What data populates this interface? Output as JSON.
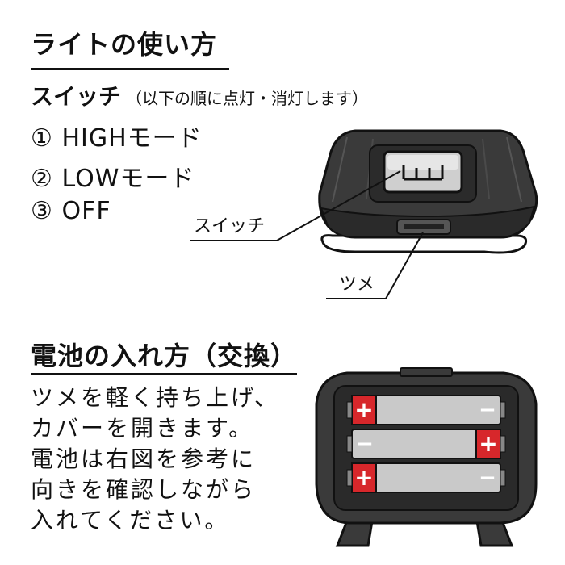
{
  "usage": {
    "title": "ライトの使い方",
    "switch_title": "スイッチ",
    "switch_note": "（以下の順に点灯・消灯します）",
    "modes": [
      {
        "num": "①",
        "label": "HIGHモード"
      },
      {
        "num": "②",
        "label": "LOWモード"
      },
      {
        "num": "③",
        "label": "OFF"
      }
    ],
    "callout_switch": "スイッチ",
    "callout_latch": "ツメ"
  },
  "battery": {
    "title": "電池の入れ方（交換）",
    "instructions": [
      "ツメを軽く持ち上げ、",
      "カバーを開きます。",
      "電池は右図を参考に",
      "向きを確認しながら",
      "入れてください。"
    ],
    "plus_sign": "+",
    "minus_sign": "−",
    "battery_orientation": [
      "plus-left",
      "plus-right",
      "plus-left"
    ]
  },
  "colors": {
    "ink": "#111111",
    "device_body": "#3a3a3a",
    "battery_gray": "#c9c9c9",
    "terminal_red": "#d7272b"
  }
}
